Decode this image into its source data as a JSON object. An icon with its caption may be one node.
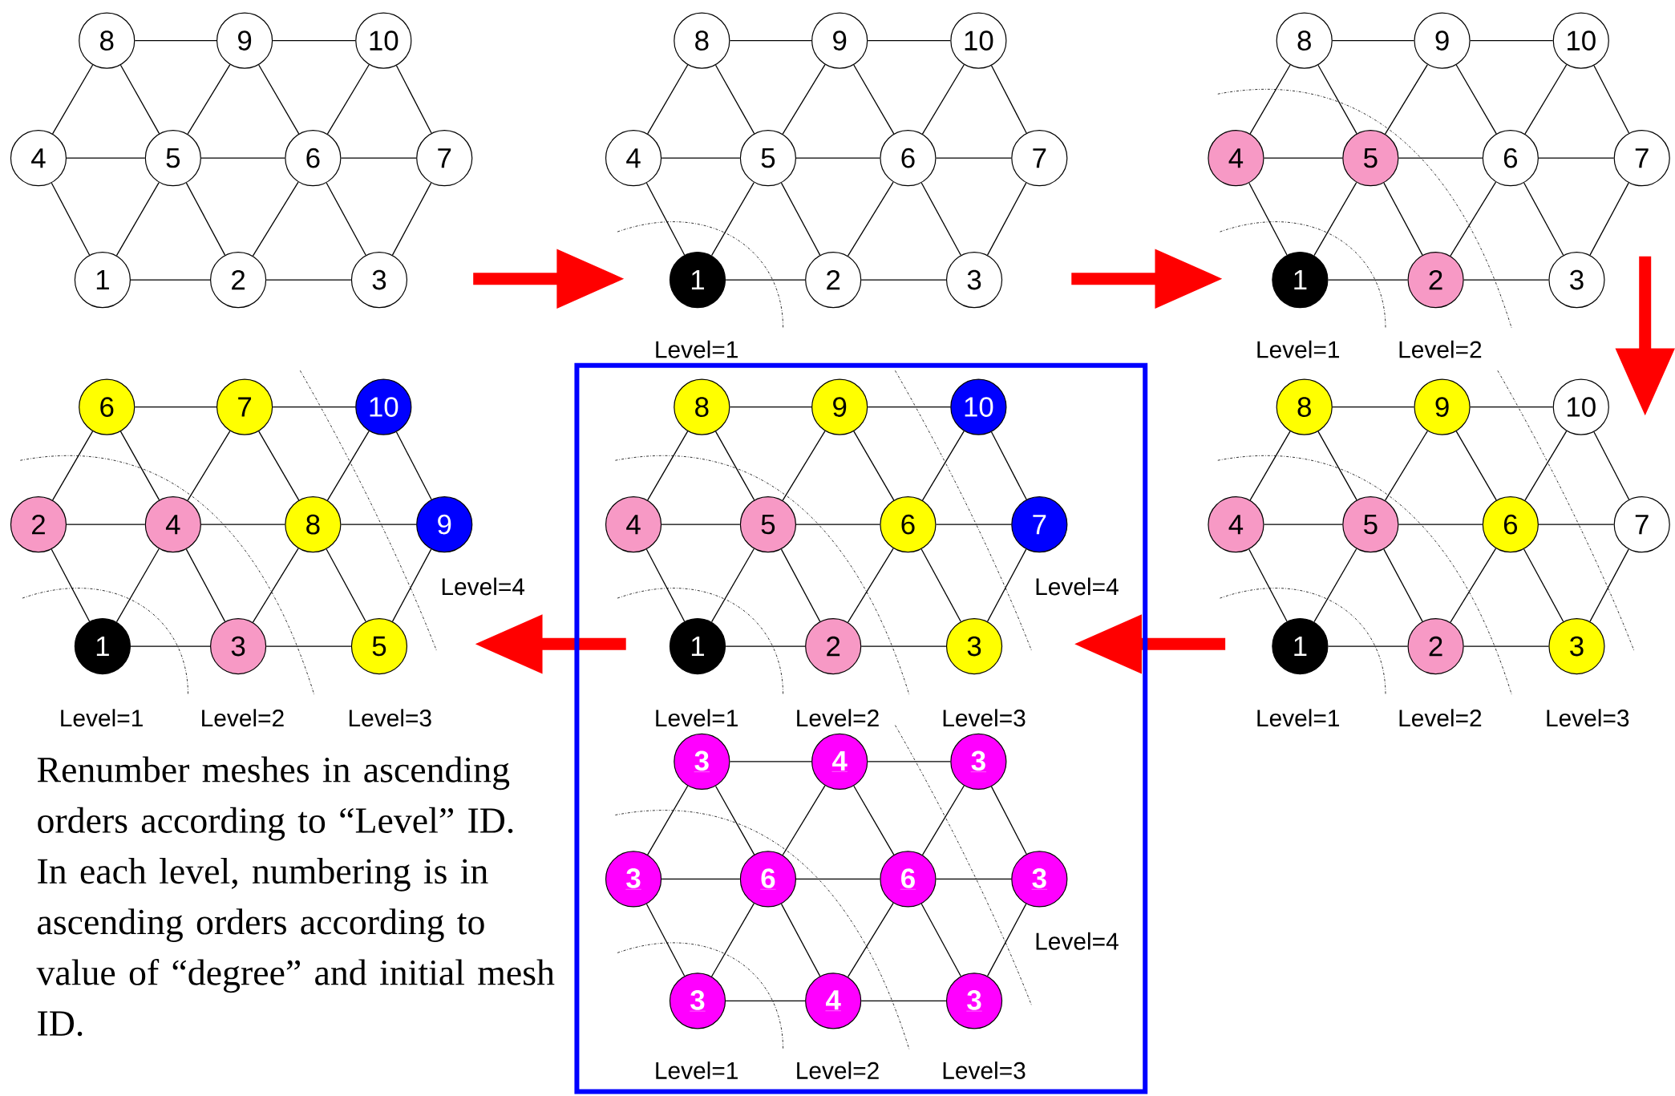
{
  "diagram": {
    "nodes": [
      {
        "text": [
          "8"
        ]
      },
      {
        "text": [
          "9"
        ]
      },
      {
        "text": [
          "10"
        ]
      },
      {
        "text": [
          "4"
        ]
      },
      {
        "text": [
          "5"
        ]
      },
      {
        "text": [
          "6"
        ]
      },
      {
        "text": [
          "7"
        ]
      },
      {
        "text": [
          "1"
        ]
      },
      {
        "text": [
          "2"
        ]
      },
      {
        "text": [
          "3"
        ]
      },
      {
        "text": [
          "8"
        ]
      },
      {
        "text": [
          "9"
        ]
      },
      {
        "text": [
          "10"
        ]
      },
      {
        "text": [
          "4"
        ]
      },
      {
        "text": [
          "5"
        ]
      },
      {
        "text": [
          "6"
        ]
      },
      {
        "text": [
          "7"
        ]
      },
      {
        "text": [
          "1"
        ]
      },
      {
        "text": [
          "2"
        ]
      },
      {
        "text": [
          "3"
        ]
      },
      {
        "text": [
          "8"
        ]
      },
      {
        "text": [
          "9"
        ]
      },
      {
        "text": [
          "10"
        ]
      },
      {
        "text": [
          "4"
        ]
      },
      {
        "text": [
          "5"
        ]
      },
      {
        "text": [
          "6"
        ]
      },
      {
        "text": [
          "7"
        ]
      },
      {
        "text": [
          "1"
        ]
      },
      {
        "text": [
          "2"
        ]
      },
      {
        "text": [
          "3"
        ]
      },
      {
        "text": [
          "6"
        ]
      },
      {
        "text": [
          "7"
        ]
      },
      {
        "text": [
          "10"
        ]
      },
      {
        "text": [
          "2"
        ]
      },
      {
        "text": [
          "4"
        ]
      },
      {
        "text": [
          "8"
        ]
      },
      {
        "text": [
          "9"
        ]
      },
      {
        "text": [
          "1"
        ]
      },
      {
        "text": [
          "3"
        ]
      },
      {
        "text": [
          "5"
        ]
      },
      {
        "text": [
          "8"
        ]
      },
      {
        "text": [
          "9"
        ]
      },
      {
        "text": [
          "10"
        ]
      },
      {
        "text": [
          "4"
        ]
      },
      {
        "text": [
          "5"
        ]
      },
      {
        "text": [
          "6"
        ]
      },
      {
        "text": [
          "7"
        ]
      },
      {
        "text": [
          "1"
        ]
      },
      {
        "text": [
          "2"
        ]
      },
      {
        "text": [
          "3"
        ]
      },
      {
        "text": [
          "8"
        ]
      },
      {
        "text": [
          "9"
        ]
      },
      {
        "text": [
          "10"
        ]
      },
      {
        "text": [
          "4"
        ]
      },
      {
        "text": [
          "5"
        ]
      },
      {
        "text": [
          "6"
        ]
      },
      {
        "text": [
          "7"
        ]
      },
      {
        "text": [
          "1"
        ]
      },
      {
        "text": [
          "2"
        ]
      },
      {
        "text": [
          "3"
        ]
      },
      {
        "text": [
          "3"
        ]
      },
      {
        "text": [
          "4"
        ]
      },
      {
        "text": [
          "3"
        ]
      },
      {
        "text": [
          "3"
        ]
      },
      {
        "text": [
          "6"
        ]
      },
      {
        "text": [
          "6"
        ]
      },
      {
        "text": [
          "3"
        ]
      },
      {
        "text": [
          "3"
        ]
      },
      {
        "text": [
          "4"
        ]
      },
      {
        "text": [
          "3"
        ]
      }
    ],
    "edges": [
      {
        "from": 0,
        "to": 1,
        "arrow": "none"
      },
      {
        "from": 1,
        "to": 2,
        "arrow": "none"
      },
      {
        "from": 3,
        "to": 4,
        "arrow": "none"
      },
      {
        "from": 4,
        "to": 5,
        "arrow": "none"
      },
      {
        "from": 5,
        "to": 6,
        "arrow": "none"
      },
      {
        "from": 7,
        "to": 8,
        "arrow": "none"
      },
      {
        "from": 8,
        "to": 9,
        "arrow": "none"
      },
      {
        "from": 0,
        "to": 3,
        "arrow": "none"
      },
      {
        "from": 0,
        "to": 4,
        "arrow": "none"
      },
      {
        "from": 1,
        "to": 4,
        "arrow": "none"
      },
      {
        "from": 1,
        "to": 5,
        "arrow": "none"
      },
      {
        "from": 2,
        "to": 5,
        "arrow": "none"
      },
      {
        "from": 2,
        "to": 6,
        "arrow": "none"
      },
      {
        "from": 3,
        "to": 7,
        "arrow": "none"
      },
      {
        "from": 4,
        "to": 7,
        "arrow": "none"
      },
      {
        "from": 4,
        "to": 8,
        "arrow": "none"
      },
      {
        "from": 5,
        "to": 8,
        "arrow": "none"
      },
      {
        "from": 5,
        "to": 9,
        "arrow": "none"
      },
      {
        "from": 6,
        "to": 9,
        "arrow": "none"
      },
      {
        "from": 10,
        "to": 11,
        "arrow": "none"
      },
      {
        "from": 11,
        "to": 12,
        "arrow": "none"
      },
      {
        "from": 13,
        "to": 14,
        "arrow": "none"
      },
      {
        "from": 14,
        "to": 15,
        "arrow": "none"
      },
      {
        "from": 15,
        "to": 16,
        "arrow": "none"
      },
      {
        "from": 17,
        "to": 18,
        "arrow": "none"
      },
      {
        "from": 18,
        "to": 19,
        "arrow": "none"
      },
      {
        "from": 10,
        "to": 13,
        "arrow": "none"
      },
      {
        "from": 10,
        "to": 14,
        "arrow": "none"
      },
      {
        "from": 11,
        "to": 14,
        "arrow": "none"
      },
      {
        "from": 11,
        "to": 15,
        "arrow": "none"
      },
      {
        "from": 12,
        "to": 15,
        "arrow": "none"
      },
      {
        "from": 12,
        "to": 16,
        "arrow": "none"
      },
      {
        "from": 13,
        "to": 17,
        "arrow": "none"
      },
      {
        "from": 14,
        "to": 17,
        "arrow": "none"
      },
      {
        "from": 14,
        "to": 18,
        "arrow": "none"
      },
      {
        "from": 15,
        "to": 18,
        "arrow": "none"
      },
      {
        "from": 15,
        "to": 19,
        "arrow": "none"
      },
      {
        "from": 16,
        "to": 19,
        "arrow": "none"
      },
      {
        "from": 20,
        "to": 21,
        "arrow": "none"
      },
      {
        "from": 21,
        "to": 22,
        "arrow": "none"
      },
      {
        "from": 23,
        "to": 24,
        "arrow": "none"
      },
      {
        "from": 24,
        "to": 25,
        "arrow": "none"
      },
      {
        "from": 25,
        "to": 26,
        "arrow": "none"
      },
      {
        "from": 27,
        "to": 28,
        "arrow": "none"
      },
      {
        "from": 28,
        "to": 29,
        "arrow": "none"
      },
      {
        "from": 20,
        "to": 23,
        "arrow": "none"
      },
      {
        "from": 20,
        "to": 24,
        "arrow": "none"
      },
      {
        "from": 21,
        "to": 24,
        "arrow": "none"
      },
      {
        "from": 21,
        "to": 25,
        "arrow": "none"
      },
      {
        "from": 22,
        "to": 25,
        "arrow": "none"
      },
      {
        "from": 22,
        "to": 26,
        "arrow": "none"
      },
      {
        "from": 23,
        "to": 27,
        "arrow": "none"
      },
      {
        "from": 24,
        "to": 27,
        "arrow": "none"
      },
      {
        "from": 24,
        "to": 28,
        "arrow": "none"
      },
      {
        "from": 25,
        "to": 28,
        "arrow": "none"
      },
      {
        "from": 25,
        "to": 29,
        "arrow": "none"
      },
      {
        "from": 26,
        "to": 29,
        "arrow": "none"
      },
      {
        "from": 30,
        "to": 31,
        "arrow": "none"
      },
      {
        "from": 31,
        "to": 32,
        "arrow": "none"
      },
      {
        "from": 33,
        "to": 34,
        "arrow": "none"
      },
      {
        "from": 34,
        "to": 35,
        "arrow": "none"
      },
      {
        "from": 35,
        "to": 36,
        "arrow": "none"
      },
      {
        "from": 37,
        "to": 38,
        "arrow": "none"
      },
      {
        "from": 38,
        "to": 39,
        "arrow": "none"
      },
      {
        "from": 30,
        "to": 33,
        "arrow": "none"
      },
      {
        "from": 30,
        "to": 34,
        "arrow": "none"
      },
      {
        "from": 31,
        "to": 34,
        "arrow": "none"
      },
      {
        "from": 31,
        "to": 35,
        "arrow": "none"
      },
      {
        "from": 32,
        "to": 35,
        "arrow": "none"
      },
      {
        "from": 32,
        "to": 36,
        "arrow": "none"
      },
      {
        "from": 33,
        "to": 37,
        "arrow": "none"
      },
      {
        "from": 34,
        "to": 37,
        "arrow": "none"
      },
      {
        "from": 34,
        "to": 38,
        "arrow": "none"
      },
      {
        "from": 35,
        "to": 38,
        "arrow": "none"
      },
      {
        "from": 35,
        "to": 39,
        "arrow": "none"
      },
      {
        "from": 36,
        "to": 39,
        "arrow": "none"
      },
      {
        "from": 40,
        "to": 41,
        "arrow": "none"
      },
      {
        "from": 41,
        "to": 42,
        "arrow": "none"
      },
      {
        "from": 43,
        "to": 44,
        "arrow": "none"
      },
      {
        "from": 44,
        "to": 45,
        "arrow": "none"
      },
      {
        "from": 45,
        "to": 46,
        "arrow": "none"
      },
      {
        "from": 47,
        "to": 48,
        "arrow": "none"
      },
      {
        "from": 48,
        "to": 49,
        "arrow": "none"
      },
      {
        "from": 40,
        "to": 43,
        "arrow": "none"
      },
      {
        "from": 40,
        "to": 44,
        "arrow": "none"
      },
      {
        "from": 41,
        "to": 44,
        "arrow": "none"
      },
      {
        "from": 41,
        "to": 45,
        "arrow": "none"
      },
      {
        "from": 42,
        "to": 45,
        "arrow": "none"
      },
      {
        "from": 42,
        "to": 46,
        "arrow": "none"
      },
      {
        "from": 43,
        "to": 47,
        "arrow": "none"
      },
      {
        "from": 44,
        "to": 47,
        "arrow": "none"
      },
      {
        "from": 44,
        "to": 48,
        "arrow": "none"
      },
      {
        "from": 45,
        "to": 48,
        "arrow": "none"
      },
      {
        "from": 45,
        "to": 49,
        "arrow": "none"
      },
      {
        "from": 46,
        "to": 49,
        "arrow": "none"
      },
      {
        "from": 50,
        "to": 51,
        "arrow": "none"
      },
      {
        "from": 51,
        "to": 52,
        "arrow": "none"
      },
      {
        "from": 53,
        "to": 54,
        "arrow": "none"
      },
      {
        "from": 54,
        "to": 55,
        "arrow": "none"
      },
      {
        "from": 55,
        "to": 56,
        "arrow": "none"
      },
      {
        "from": 57,
        "to": 58,
        "arrow": "none"
      },
      {
        "from": 58,
        "to": 59,
        "arrow": "none"
      },
      {
        "from": 50,
        "to": 53,
        "arrow": "none"
      },
      {
        "from": 50,
        "to": 54,
        "arrow": "none"
      },
      {
        "from": 51,
        "to": 54,
        "arrow": "none"
      },
      {
        "from": 51,
        "to": 55,
        "arrow": "none"
      },
      {
        "from": 52,
        "to": 55,
        "arrow": "none"
      },
      {
        "from": 52,
        "to": 56,
        "arrow": "none"
      },
      {
        "from": 53,
        "to": 57,
        "arrow": "none"
      },
      {
        "from": 54,
        "to": 57,
        "arrow": "none"
      },
      {
        "from": 54,
        "to": 58,
        "arrow": "none"
      },
      {
        "from": 55,
        "to": 58,
        "arrow": "none"
      },
      {
        "from": 55,
        "to": 59,
        "arrow": "none"
      },
      {
        "from": 56,
        "to": 59,
        "arrow": "none"
      },
      {
        "from": 60,
        "to": 61,
        "arrow": "none"
      },
      {
        "from": 61,
        "to": 62,
        "arrow": "none"
      },
      {
        "from": 63,
        "to": 64,
        "arrow": "none"
      },
      {
        "from": 64,
        "to": 65,
        "arrow": "none"
      },
      {
        "from": 65,
        "to": 66,
        "arrow": "none"
      },
      {
        "from": 67,
        "to": 68,
        "arrow": "none"
      },
      {
        "from": 68,
        "to": 69,
        "arrow": "none"
      },
      {
        "from": 60,
        "to": 63,
        "arrow": "none"
      },
      {
        "from": 60,
        "to": 64,
        "arrow": "none"
      },
      {
        "from": 61,
        "to": 64,
        "arrow": "none"
      },
      {
        "from": 61,
        "to": 65,
        "arrow": "none"
      },
      {
        "from": 62,
        "to": 65,
        "arrow": "none"
      },
      {
        "from": 62,
        "to": 66,
        "arrow": "none"
      },
      {
        "from": 63,
        "to": 67,
        "arrow": "none"
      },
      {
        "from": 64,
        "to": 67,
        "arrow": "none"
      },
      {
        "from": 64,
        "to": 68,
        "arrow": "none"
      },
      {
        "from": 65,
        "to": 68,
        "arrow": "none"
      },
      {
        "from": 65,
        "to": 69,
        "arrow": "none"
      },
      {
        "from": 66,
        "to": 69,
        "arrow": "none"
      }
    ],
    "labels": [
      "Level=1",
      "Level=1",
      "Level=2",
      "Level=4",
      "Level=4",
      "Level=1",
      "Level=2",
      "Level=3",
      "Level=1",
      "Level=2",
      "Level=3",
      "Level=1",
      "Level=2",
      "Level=3",
      "Renumber meshes in ascending orders according to “Level” ID. In each level, numbering is in ascending orders according to value of “degree” and initial mesh ID.",
      "Level=4",
      "Level=1",
      "Level=2",
      "Level=3"
    ]
  }
}
